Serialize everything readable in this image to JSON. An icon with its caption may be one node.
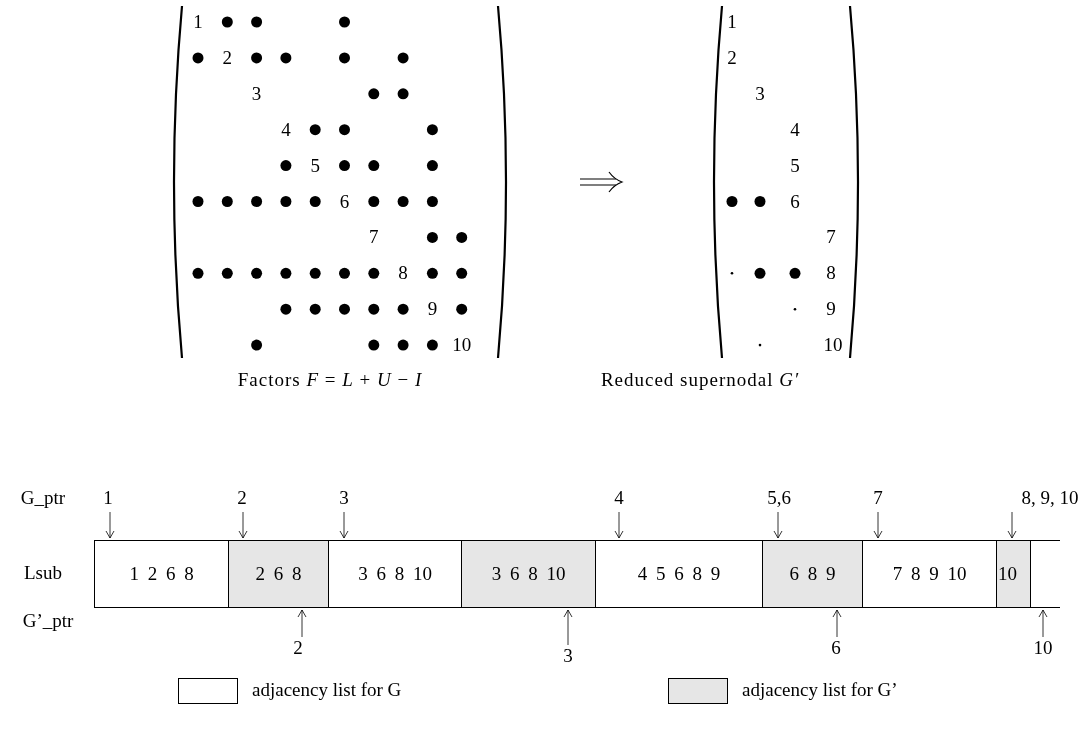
{
  "diagram": {
    "nodes": [
      {
        "text": [
          "1 2 6 8"
        ]
      },
      {
        "text": [
          "2 6 8"
        ]
      },
      {
        "text": [
          "3 6 8 10"
        ]
      },
      {
        "text": [
          "3 6 8 10"
        ]
      },
      {
        "text": [
          "4 5 6 8 9"
        ]
      },
      {
        "text": [
          "6 8 9"
        ]
      },
      {
        "text": [
          "7 8 9 10"
        ]
      },
      {
        "text": [
          "10"
        ]
      },
      {
        "text": [
          "1"
        ]
      },
      {
        "text": [
          "2"
        ]
      },
      {
        "text": [
          "3"
        ]
      },
      {
        "text": [
          "4"
        ]
      },
      {
        "text": [
          "5,6"
        ]
      },
      {
        "text": [
          "7"
        ]
      },
      {
        "text": [
          "8, 9, 10"
        ]
      },
      {
        "text": [
          "2"
        ]
      },
      {
        "text": [
          "3"
        ]
      },
      {
        "text": [
          "6"
        ]
      },
      {
        "text": [
          "10"
        ]
      },
      {
        "text": [],
        "shape": "box"
      }
    ],
    "edges": [
      {
        "from": 8,
        "to": 0,
        "arrow": "to"
      },
      {
        "from": 9,
        "to": 1,
        "arrow": "to"
      },
      {
        "from": 10,
        "to": 2,
        "arrow": "to"
      },
      {
        "from": 11,
        "to": 4,
        "arrow": "to"
      },
      {
        "from": 12,
        "to": 5,
        "arrow": "to"
      },
      {
        "from": 13,
        "to": 6,
        "arrow": "to"
      },
      {
        "from": 14,
        "to": 7,
        "arrow": "to"
      },
      {
        "from": 15,
        "to": 1,
        "arrow": "to"
      },
      {
        "from": 16,
        "to": 3,
        "arrow": "to"
      },
      {
        "from": 17,
        "to": 5,
        "arrow": "to"
      },
      {
        "from": 18,
        "to": 19,
        "arrow": "to"
      }
    ],
    "labels": [
      "1",
      "2",
      "3",
      "4",
      "5",
      "6",
      "7",
      "8",
      "9",
      "10",
      "1",
      "2",
      "3",
      "4",
      "5",
      "6",
      "7",
      "8",
      "9",
      "10",
      "Factors *F* = *L* + *U* − *I*",
      "Reduced supernodal *G′*",
      "G_ptr",
      "Lsub",
      "G’_ptr"
    ],
    "legend": [
      {
        "text": "adjacency list for G",
        "color": "#ffffff"
      },
      {
        "text": "adjacency list for G’",
        "color": "#e6e6e6"
      }
    ]
  }
}
